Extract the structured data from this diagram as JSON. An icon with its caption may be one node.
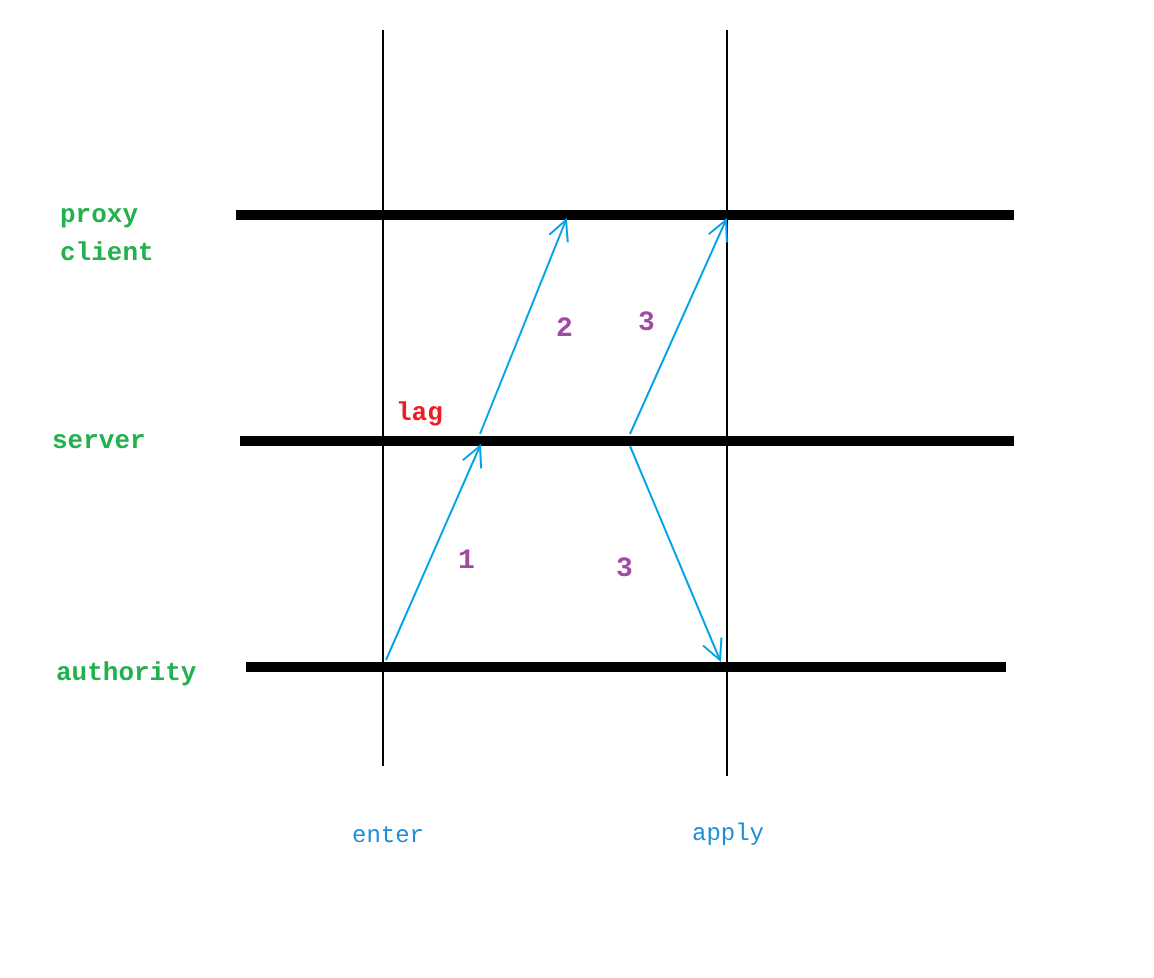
{
  "diagram": {
    "nodes": [
      {
        "text": [
          "proxy client"
        ]
      },
      {
        "text": [
          "server"
        ]
      },
      {
        "text": [
          "authority"
        ]
      },
      {
        "text": [
          "enter"
        ]
      },
      {
        "text": [
          "apply"
        ]
      }
    ],
    "edges": [
      {
        "from": 2,
        "to": 1,
        "arrow": "to",
        "label": "1"
      },
      {
        "from": 1,
        "to": 0,
        "arrow": "to",
        "label": "2"
      },
      {
        "from": 1,
        "to": 0,
        "arrow": "to",
        "label": "3"
      },
      {
        "from": 1,
        "to": 2,
        "arrow": "to",
        "label": "3"
      }
    ],
    "labels": [
      "lag"
    ]
  }
}
